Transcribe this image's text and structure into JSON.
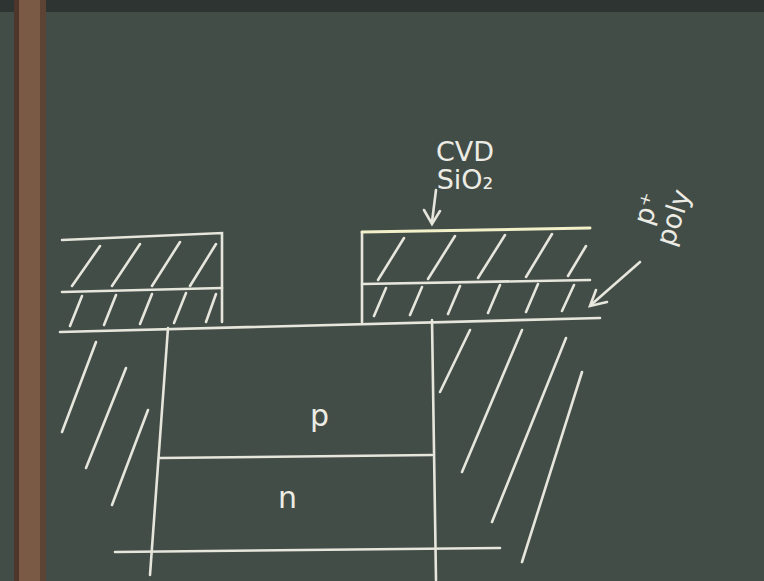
{
  "diagram": {
    "labels": [
      "CVD SiO₂",
      "p⁺ poly",
      "p",
      "n"
    ]
  }
}
